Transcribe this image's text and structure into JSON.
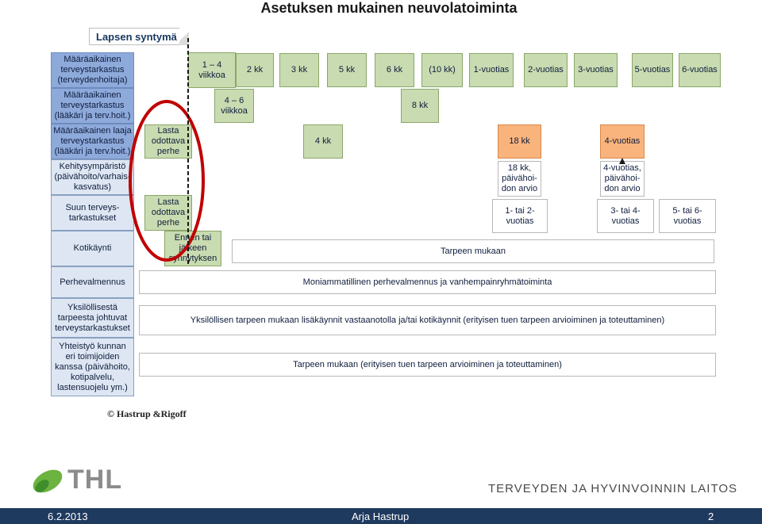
{
  "title": "Asetuksen mukainen neuvolatoiminta",
  "callout": "Lapsen syntymä",
  "rows": [
    "Määräaikainen terveystarkastus (terveydenhoitaja)",
    "Määräaikainen terveystarkastus (lääkäri ja terv.hoit.)",
    "Määräaikainen laaja terveystarkastus (lääkäri ja terv.hoit.)",
    "Kehitysympäristö (päivähoito/varhais-kasvatus)",
    "Suun terveys-tarkastukset",
    "Kotikäynti",
    "Perhevalmennus",
    "Yksilöllisestä tarpeesta johtuvat terveystarkastukset",
    "Yhteistyö kunnan eri toimijoiden kanssa (päivähoito, kotipalvelu, lastensuojelu ym.)"
  ],
  "row1": [
    "1 – 4 viikkoa",
    "2 kk",
    "3 kk",
    "5 kk",
    "6 kk",
    "(10 kk)",
    "1-vuotias",
    "2-vuotias",
    "3-vuotias",
    "5-vuotias",
    "6-vuotias"
  ],
  "row2": [
    "4 – 6 viikkoa",
    "8 kk"
  ],
  "row3": [
    "Lasta odottava perhe",
    "4 kk",
    "18 kk",
    "4-vuotias"
  ],
  "row4": [
    "18 kk, päivähoi-don arvio",
    "4-vuotias, päivähoi-don arvio"
  ],
  "row5": [
    "Lasta odottava perhe",
    "1- tai 2-vuotias",
    "3- tai 4-vuotias",
    "5- tai 6-vuotias"
  ],
  "row6": [
    "Ennen tai jälkeen synnytyksen",
    "Tarpeen mukaan"
  ],
  "row7": "Moniammatillinen perhevalmennus ja vanhempainryhmätoiminta",
  "row8": "Yksilöllisen tarpeen mukaan lisäkäynnit vastaanotolla ja/tai kotikäynnit (erityisen tuen tarpeen arvioiminen ja toteuttaminen)",
  "row9": "Tarpeen mukaan (erityisen tuen tarpeen arvioiminen ja toteuttaminen)",
  "copyright": "© Hastrup &Rigoff",
  "logo": "THL",
  "org": "TERVEYDEN JA HYVINVOINNIN LAITOS",
  "footer": {
    "date": "6.2.2013",
    "author": "Arja Hastrup",
    "page": "2"
  },
  "colors": {
    "row_label": "#8eaadb",
    "green": "#c9dbb0",
    "orange": "#f9b37c",
    "circle": "#c00000",
    "footer": "#1f3a5f"
  },
  "icons": {
    "logo": "thl-leaf-icon",
    "arrow": "arrow-up-icon"
  }
}
